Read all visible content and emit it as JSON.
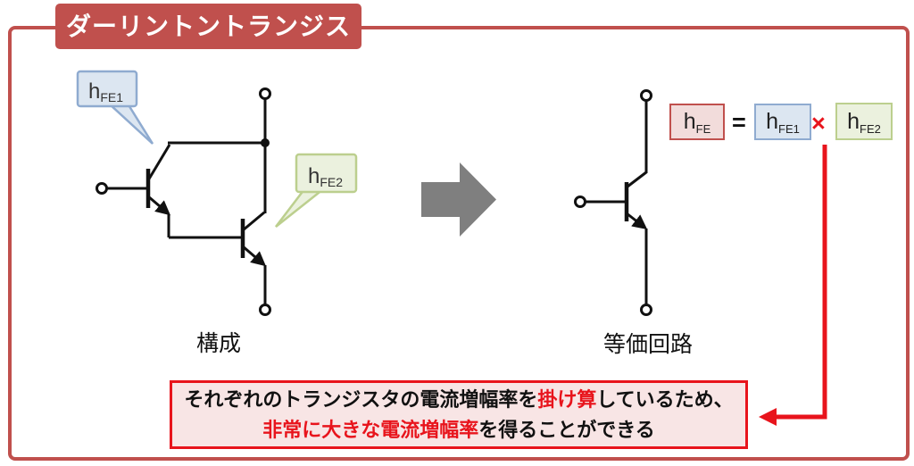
{
  "title": "ダーリントントランジスタ",
  "left_diagram": {
    "caption": "構成",
    "callout_hfe1": {
      "base": "h",
      "sub": "FE1"
    },
    "callout_hfe2": {
      "base": "h",
      "sub": "FE2"
    }
  },
  "right_diagram": {
    "caption": "等価回路"
  },
  "formula": {
    "hfe": {
      "base": "h",
      "sub": "FE"
    },
    "equals": "=",
    "hfe1": {
      "base": "h",
      "sub": "FE1"
    },
    "times": "×",
    "hfe2": {
      "base": "h",
      "sub": "FE2"
    }
  },
  "note": {
    "line1_black1": "それぞれのトランジスタの電流増幅率を",
    "line1_red": "掛け算",
    "line1_black2": "しているため、",
    "line2_red": "非常に大きな電流増幅率",
    "line2_black": "を得ることができる"
  },
  "colors": {
    "frame_red": "#c0504d",
    "accent_red": "#e8141c",
    "callout_blue_fill": "#dce6f1",
    "callout_blue_border": "#8fabd0",
    "callout_green_fill": "#ebf1de",
    "callout_green_border": "#bccf8e",
    "hfe_pink_fill": "#f2dcdb",
    "note_pink_fill": "#f8e5e5",
    "arrow_gray": "#7f7f7f",
    "line_black": "#111111"
  }
}
